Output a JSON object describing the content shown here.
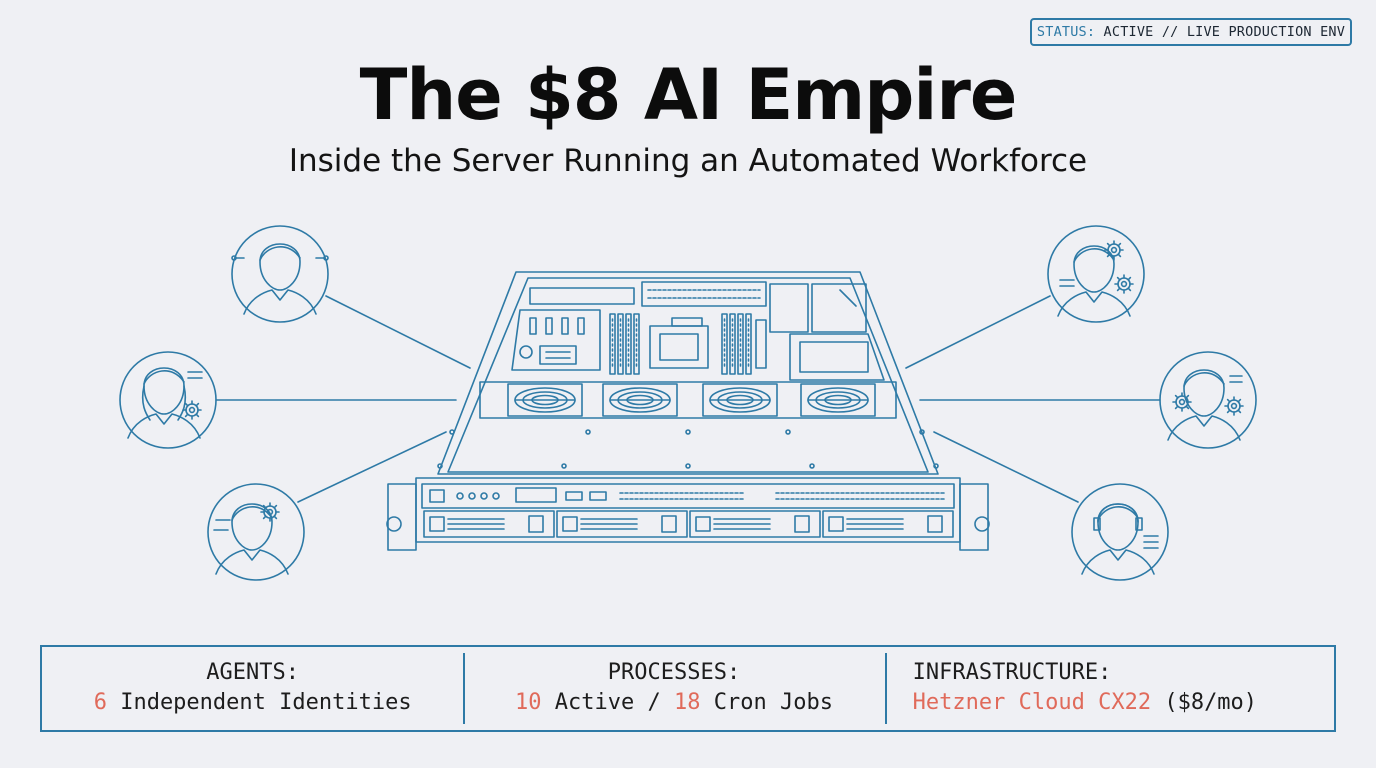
{
  "status": {
    "key": "STATUS:",
    "value": "ACTIVE // LIVE PRODUCTION ENV"
  },
  "title": "The $8 AI Empire",
  "subtitle": "Inside the Server Running an Automated Workforce",
  "colors": {
    "line": "#2e7aa6",
    "highlight": "#e06a5a",
    "background": "#eff0f4"
  },
  "agents_icons": [
    "agent-avatar-1",
    "agent-avatar-2",
    "agent-avatar-3",
    "agent-avatar-4",
    "agent-avatar-5",
    "agent-avatar-6"
  ],
  "stats": {
    "agents": {
      "label": "AGENTS:",
      "count": "6",
      "text": "Independent Identities"
    },
    "processes": {
      "label": "PROCESSES:",
      "active": "10",
      "active_text": "Active /",
      "cron": "18",
      "cron_text": "Cron Jobs"
    },
    "infrastructure": {
      "label": "INFRASTRUCTURE:",
      "provider": "Hetzner Cloud CX22",
      "price": "($8/mo)"
    }
  }
}
